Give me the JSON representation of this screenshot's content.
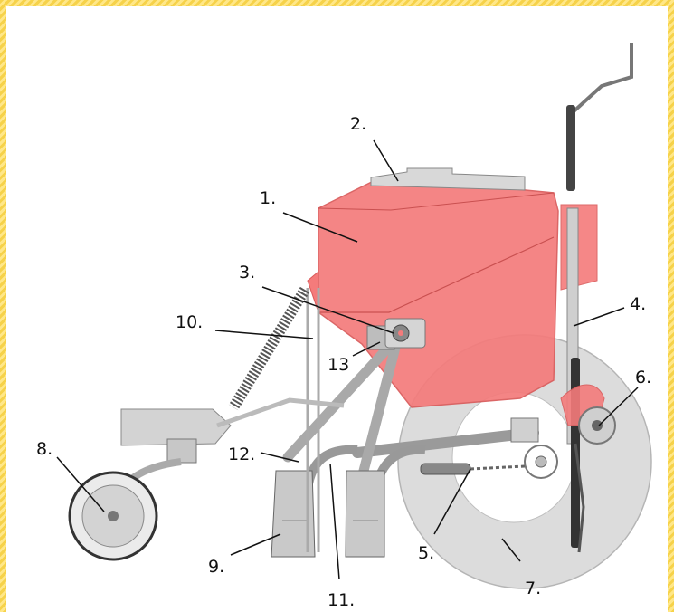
{
  "colors": {
    "frame": "#f6d24a",
    "hopper": "#f47b7b",
    "metal": "#c8c8c8",
    "metal_dark": "#777777",
    "disc": "#dddddd"
  },
  "callouts": [
    {
      "id": "c1",
      "label": "1."
    },
    {
      "id": "c2",
      "label": "2."
    },
    {
      "id": "c3",
      "label": "3."
    },
    {
      "id": "c4",
      "label": "4."
    },
    {
      "id": "c5",
      "label": "5."
    },
    {
      "id": "c6",
      "label": "6."
    },
    {
      "id": "c7",
      "label": "7."
    },
    {
      "id": "c8",
      "label": "8."
    },
    {
      "id": "c9",
      "label": "9."
    },
    {
      "id": "c10",
      "label": "10."
    },
    {
      "id": "c11",
      "label": "11."
    },
    {
      "id": "c12",
      "label": "12."
    },
    {
      "id": "c13",
      "label": "13"
    }
  ]
}
